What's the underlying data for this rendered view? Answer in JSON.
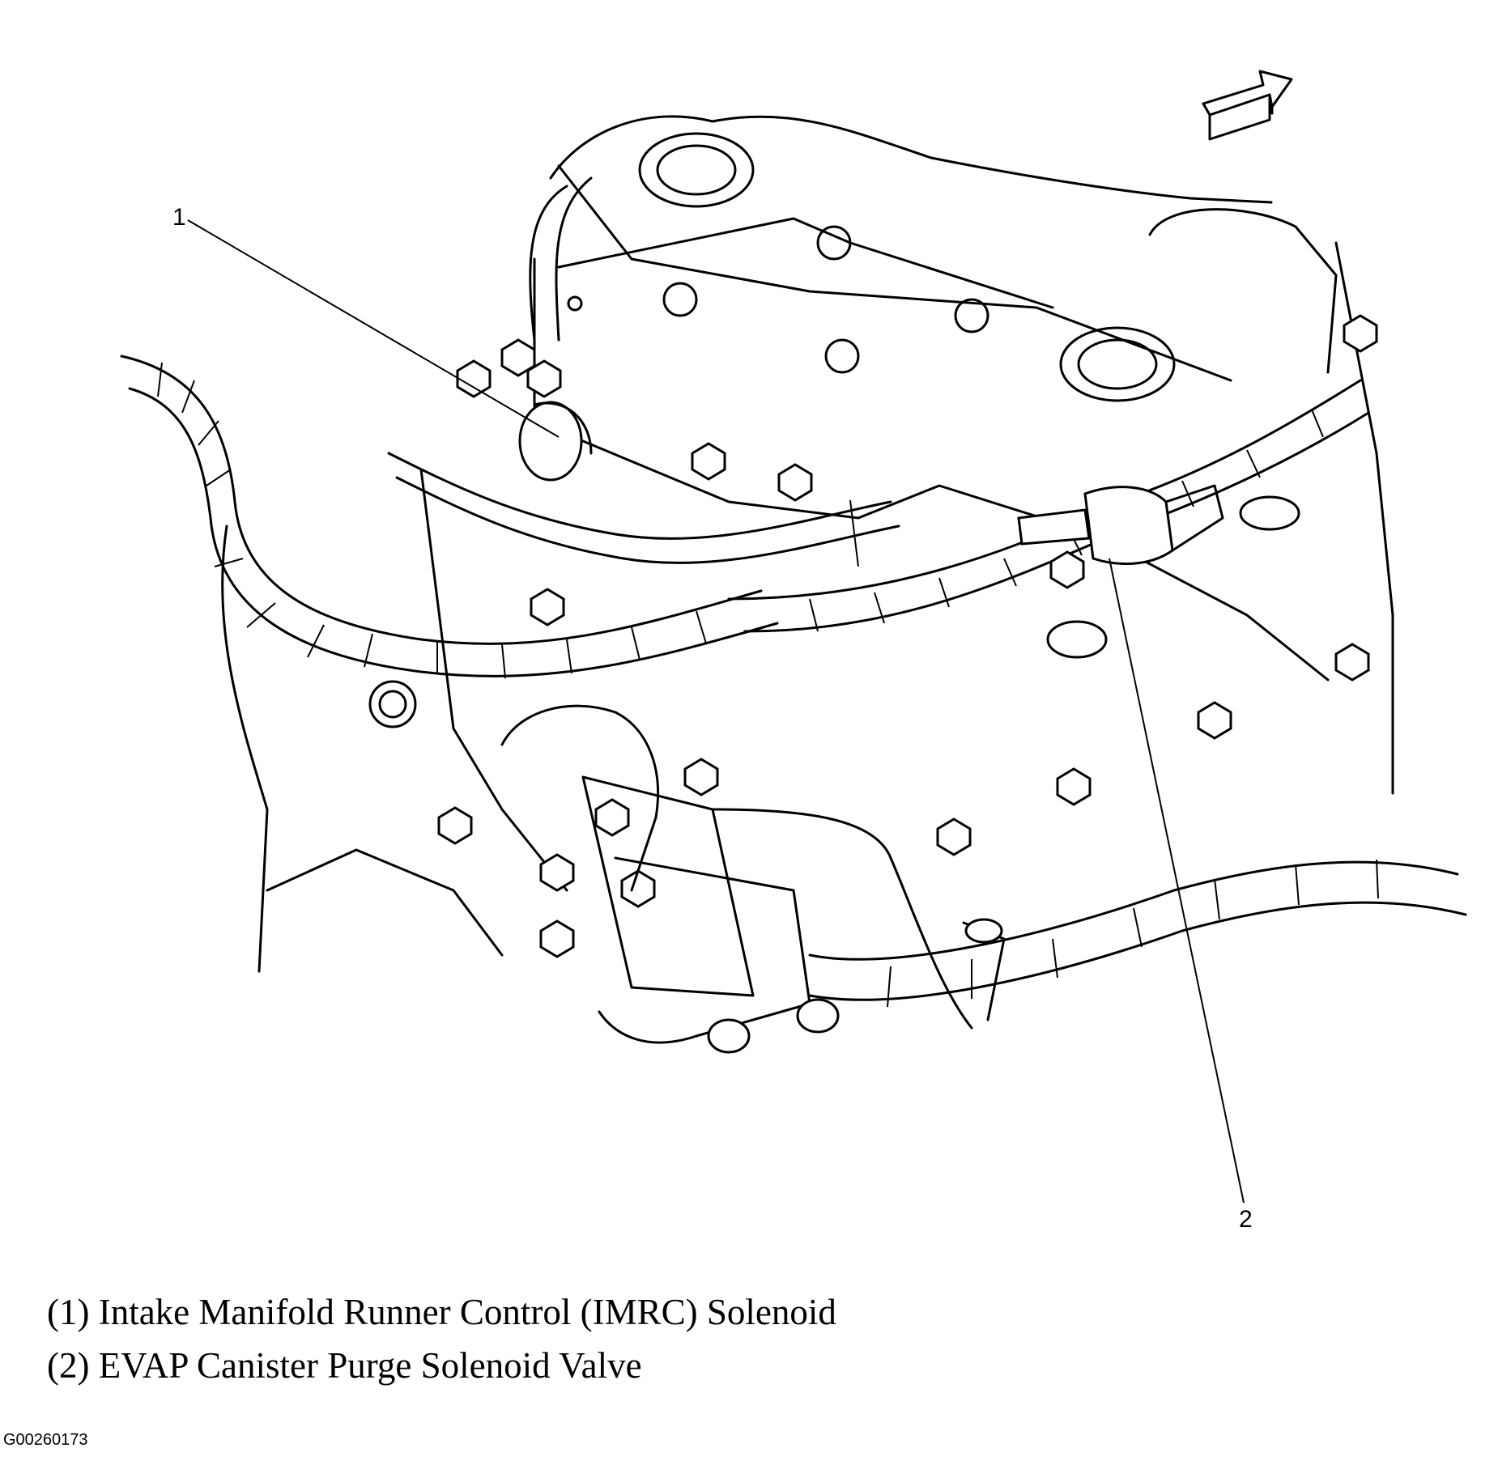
{
  "callouts": {
    "one": "1",
    "two": "2"
  },
  "legend": {
    "item1": "(1) Intake Manifold Runner Control (IMRC) Solenoid",
    "item2": "(2) EVAP Canister Purge Solenoid Valve"
  },
  "figure_id": "G00260173",
  "icons": {
    "direction": "arrow-icon"
  }
}
